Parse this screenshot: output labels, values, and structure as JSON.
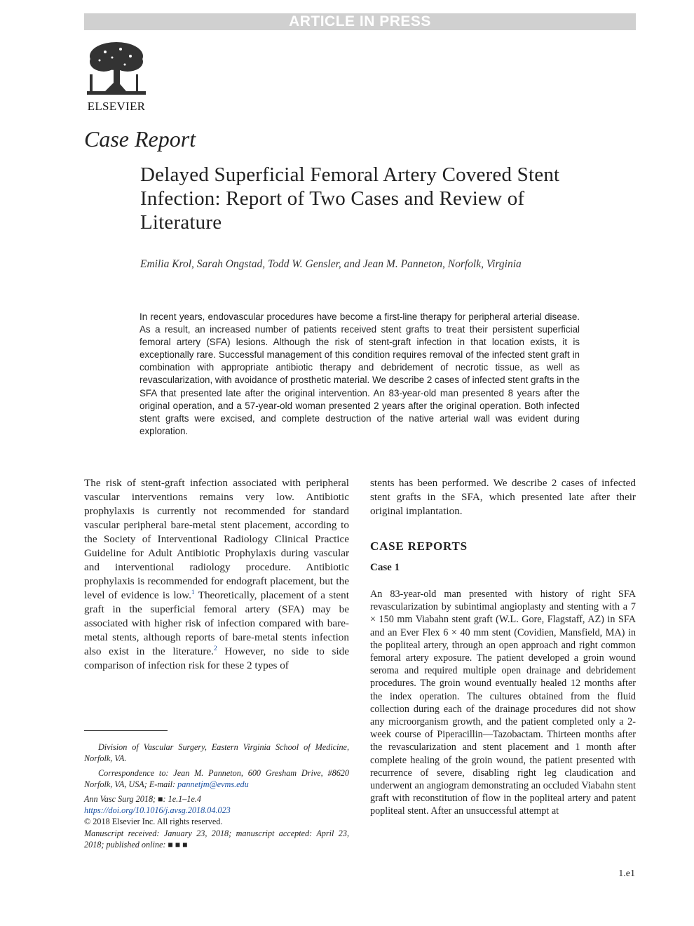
{
  "banner": "ARTICLE IN PRESS",
  "publisher": "ELSEVIER",
  "section_label": "Case Report",
  "title": "Delayed Superficial Femoral Artery Covered Stent Infection: Report of Two Cases and Review of Literature",
  "authors": "Emilia Krol, Sarah Ongstad, Todd W. Gensler, and Jean M. Panneton, Norfolk, Virginia",
  "abstract": "In recent years, endovascular procedures have become a first-line therapy for peripheral arterial disease. As a result, an increased number of patients received stent grafts to treat their persistent superficial femoral artery (SFA) lesions. Although the risk of stent-graft infection in that location exists, it is exceptionally rare. Successful management of this condition requires removal of the infected stent graft in combination with appropriate antibiotic therapy and debridement of necrotic tissue, as well as revascularization, with avoidance of prosthetic material. We describe 2 cases of infected stent grafts in the SFA that presented late after the original intervention. An 83-year-old man presented 8 years after the original operation, and a 57-year-old woman presented 2 years after the original operation. Both infected stent grafts were excised, and complete destruction of the native arterial wall was evident during exploration.",
  "body": {
    "left_p1": "The risk of stent-graft infection associated with peripheral vascular interventions remains very low. Antibiotic prophylaxis is currently not recommended for standard vascular peripheral bare-metal stent placement, according to the Society of Interventional Radiology Clinical Practice Guideline for Adult Antibiotic Prophylaxis during vascular and interventional radiology procedure. Antibiotic prophylaxis is recommended for endograft placement, but the level of evidence is low.",
    "ref1": "1",
    "left_p2": " Theoretically, placement of a stent graft in the superficial femoral artery (SFA) may be associated with higher risk of infection compared with bare-metal stents, although reports of bare-metal stents infection also exist in the literature.",
    "ref2": "2",
    "left_p3": " However, no side to side comparison of infection risk for these 2 types of",
    "right_top": "stents has been performed. We describe 2 cases of infected stent grafts in the SFA, which presented late after their original implantation.",
    "heading": "CASE REPORTS",
    "subheading": "Case 1",
    "case1": "An 83-year-old man presented with history of right SFA revascularization by subintimal angioplasty and stenting with a 7 × 150 mm Viabahn stent graft (W.L. Gore, Flagstaff, AZ) in SFA and an Ever Flex 6 × 40 mm stent (Covidien, Mansfield, MA) in the popliteal artery, through an open approach and right common femoral artery exposure. The patient developed a groin wound seroma and required multiple open drainage and debridement procedures. The groin wound eventually healed 12 months after the index operation. The cultures obtained from the fluid collection during each of the drainage procedures did not show any microorganism growth, and the patient completed only a 2-week course of Piperacillin—Tazobactam. Thirteen months after the revascularization and stent placement and 1 month after complete healing of the groin wound, the patient presented with recurrence of severe, disabling right leg claudication and underwent an angiogram demonstrating an occluded Viabahn stent graft with reconstitution of flow in the popliteal artery and patent popliteal stent. After an unsuccessful attempt at"
  },
  "footnotes": {
    "affiliation": "Division of Vascular Surgery, Eastern Virginia School of Medicine, Norfolk, VA.",
    "correspondence": "Correspondence to: Jean M. Panneton, 600 Gresham Drive, #8620 Norfolk, VA, USA; E-mail: ",
    "email": "pannetjm@evms.edu",
    "journal": "Ann Vasc Surg 2018; ■: 1e.1–1e.4",
    "doi": "https://doi.org/10.1016/j.avsg.2018.04.023",
    "copyright": "© 2018 Elsevier Inc. All rights reserved.",
    "received": "Manuscript received: January 23, 2018; manuscript accepted: April 23, 2018; published online: ■ ■ ■"
  },
  "page_number": "1.e1"
}
